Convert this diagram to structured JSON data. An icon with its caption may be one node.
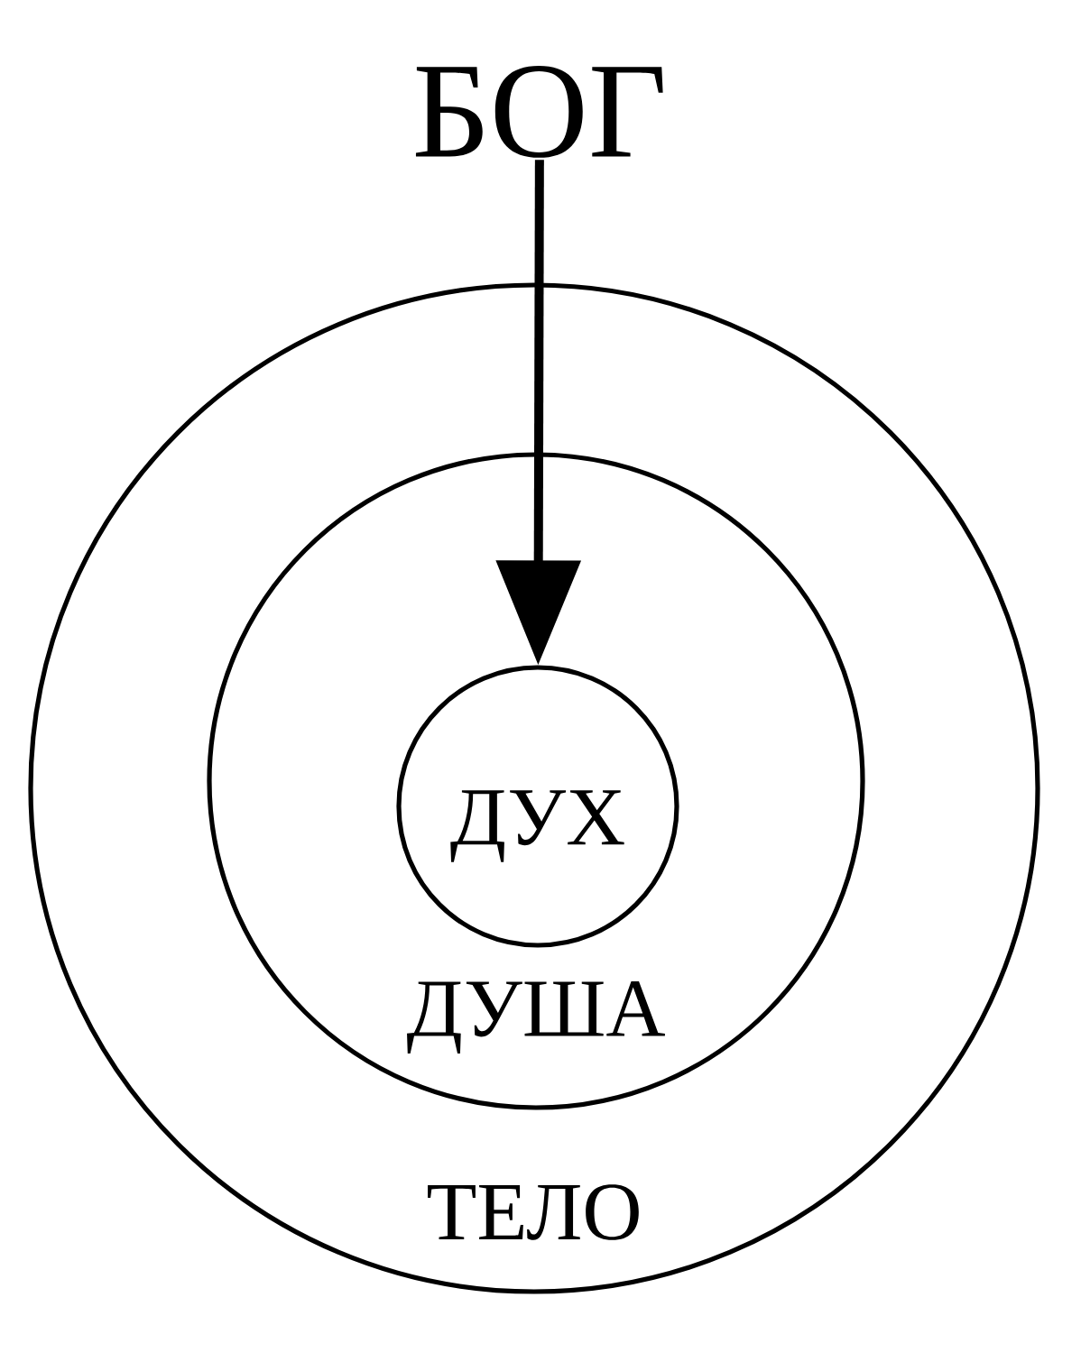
{
  "diagram": {
    "nodes": [
      {
        "text": [
          "БОГ"
        ]
      },
      {
        "text": [
          "ТЕЛО"
        ]
      },
      {
        "text": [
          "ДУША"
        ],
        "in": 1
      },
      {
        "text": [
          "ДУХ"
        ],
        "in": 2
      }
    ],
    "edges": [
      {
        "from": 0,
        "to": 3,
        "arrow": "to"
      }
    ]
  }
}
